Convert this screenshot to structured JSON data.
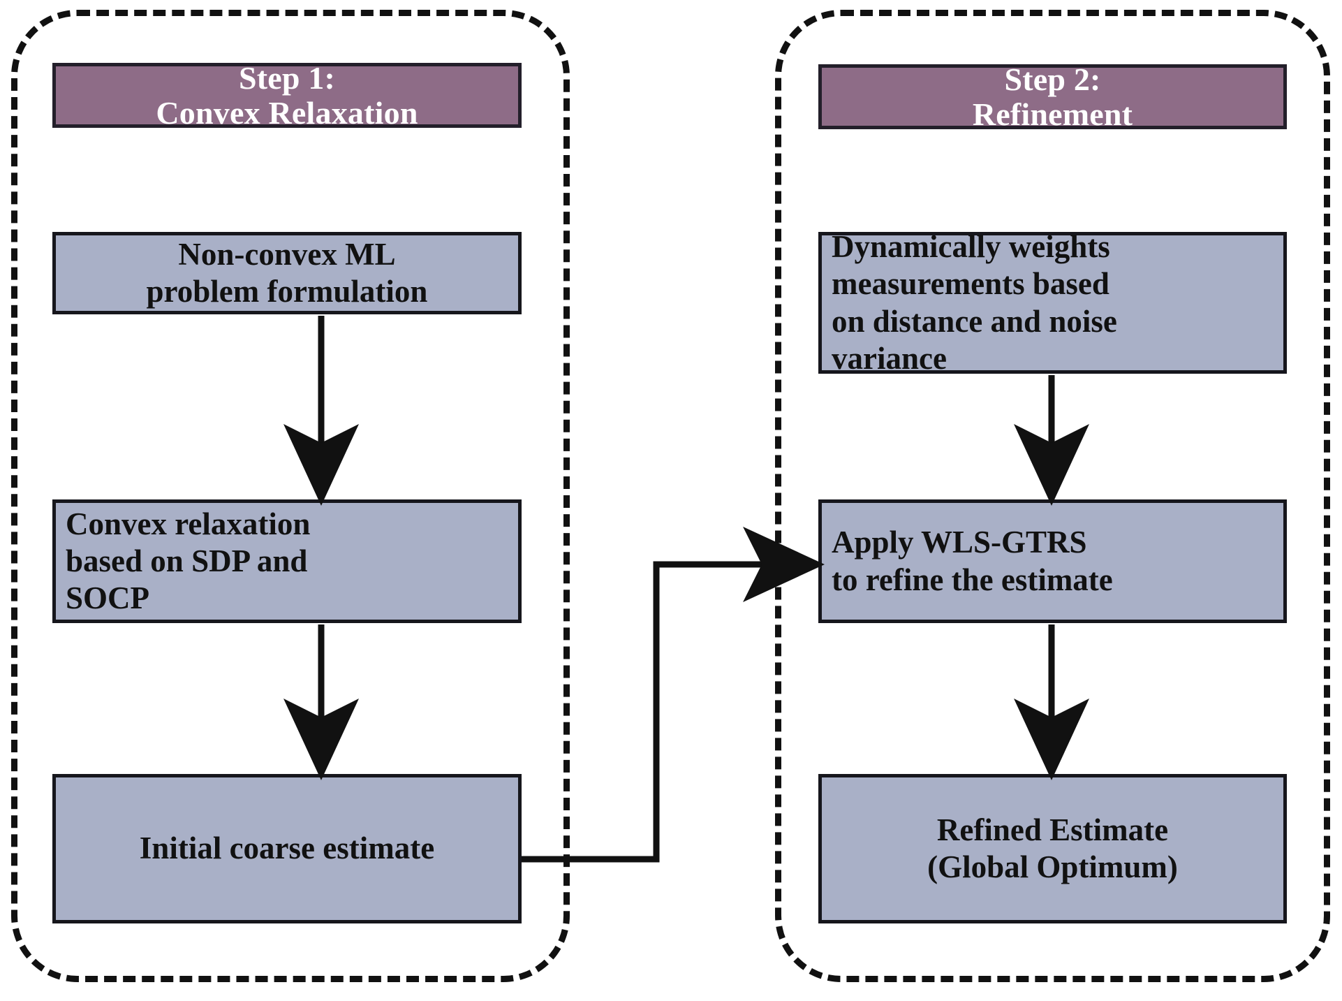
{
  "diagram": {
    "title": "Two-step localization algorithm flowchart",
    "colors": {
      "header_fill": "#8e6c87",
      "header_text": "#ffffff",
      "box_fill": "#a9b0c7",
      "box_border": "#16161c",
      "connector": "#111111",
      "group_border": "#111111",
      "background": "#ffffff"
    },
    "groups": [
      {
        "id": "step1",
        "header": {
          "line1": "Step 1:",
          "line2": "Convex Relaxation"
        },
        "boxes": [
          {
            "id": "ml-problem",
            "align": "center",
            "lines": [
              "Non-convex ML",
              "problem formulation"
            ]
          },
          {
            "id": "convex-relaxation",
            "align": "left",
            "lines": [
              "Convex relaxation",
              "based on SDP and",
              "SOCP"
            ]
          },
          {
            "id": "initial-estimate",
            "align": "center",
            "lines": [
              "Initial coarse estimate"
            ]
          }
        ]
      },
      {
        "id": "step2",
        "header": {
          "line1": "Step 2:",
          "line2": "Refinement"
        },
        "boxes": [
          {
            "id": "dynamic-weights",
            "align": "left",
            "lines": [
              "Dynamically weights",
              "measurements based",
              "on distance and noise",
              "variance"
            ]
          },
          {
            "id": "apply-wls-gtrs",
            "align": "left",
            "lines": [
              "Apply WLS-GTRS",
              "to refine the estimate"
            ]
          },
          {
            "id": "refined-estimate",
            "align": "center",
            "lines": [
              "Refined Estimate",
              "(Global Optimum)"
            ]
          }
        ]
      }
    ],
    "connectors": [
      {
        "id": "ml-to-convex",
        "type": "vertical-arrow",
        "from": "ml-problem",
        "to": "convex-relaxation"
      },
      {
        "id": "convex-to-initial",
        "type": "vertical-arrow",
        "from": "convex-relaxation",
        "to": "initial-estimate"
      },
      {
        "id": "initial-to-apply",
        "type": "elbow-arrow",
        "from": "initial-estimate",
        "to": "apply-wls-gtrs"
      },
      {
        "id": "weights-to-apply",
        "type": "vertical-arrow",
        "from": "dynamic-weights",
        "to": "apply-wls-gtrs"
      },
      {
        "id": "apply-to-refined",
        "type": "vertical-arrow",
        "from": "apply-wls-gtrs",
        "to": "refined-estimate"
      }
    ]
  }
}
